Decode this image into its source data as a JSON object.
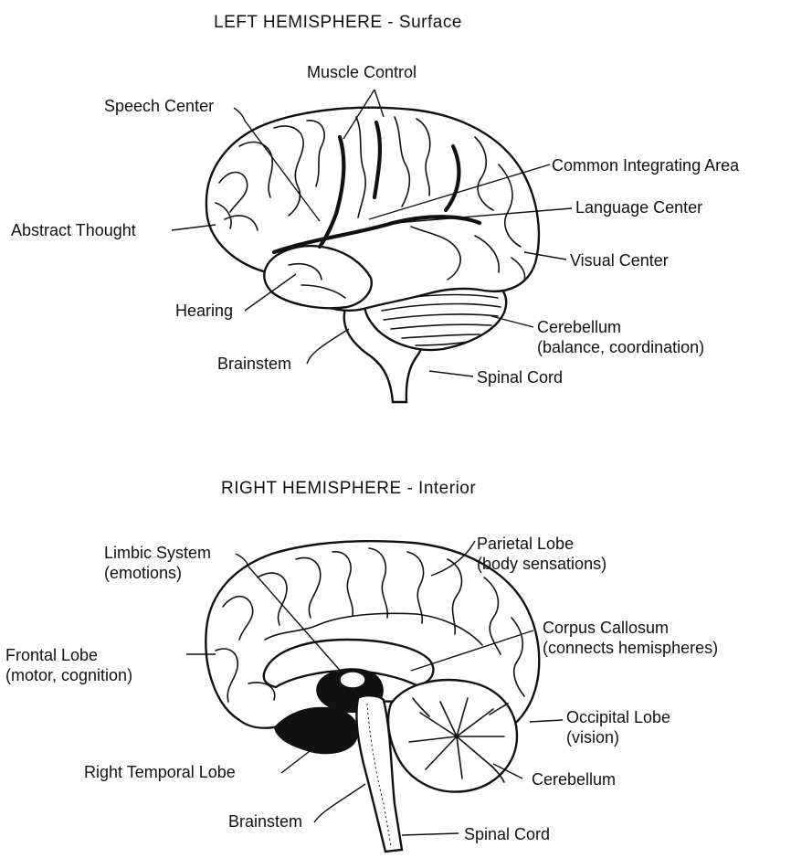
{
  "figure": {
    "top": {
      "title": "LEFT HEMISPHERE - Surface",
      "labels": {
        "muscle_control": "Muscle Control",
        "speech_center": "Speech Center",
        "common_integrating_area": "Common Integrating Area",
        "language_center": "Language Center",
        "abstract_thought": "Abstract Thought",
        "visual_center": "Visual Center",
        "hearing": "Hearing",
        "cerebellum": "Cerebellum",
        "cerebellum_note": "(balance, coordination)",
        "brainstem": "Brainstem",
        "spinal_cord": "Spinal Cord"
      }
    },
    "bottom": {
      "title": "RIGHT HEMISPHERE - Interior",
      "labels": {
        "limbic_system": "Limbic System",
        "limbic_note": "(emotions)",
        "parietal_lobe": "Parietal Lobe",
        "parietal_note": "(body sensations)",
        "corpus_callosum": "Corpus Callosum",
        "corpus_note": "(connects hemispheres)",
        "frontal_lobe": "Frontal Lobe",
        "frontal_note": "(motor, cognition)",
        "occipital_lobe": "Occipital Lobe",
        "occipital_note": "(vision)",
        "right_temporal_lobe": "Right Temporal Lobe",
        "cerebellum": "Cerebellum",
        "brainstem": "Brainstem",
        "spinal_cord": "Spinal Cord"
      }
    }
  }
}
